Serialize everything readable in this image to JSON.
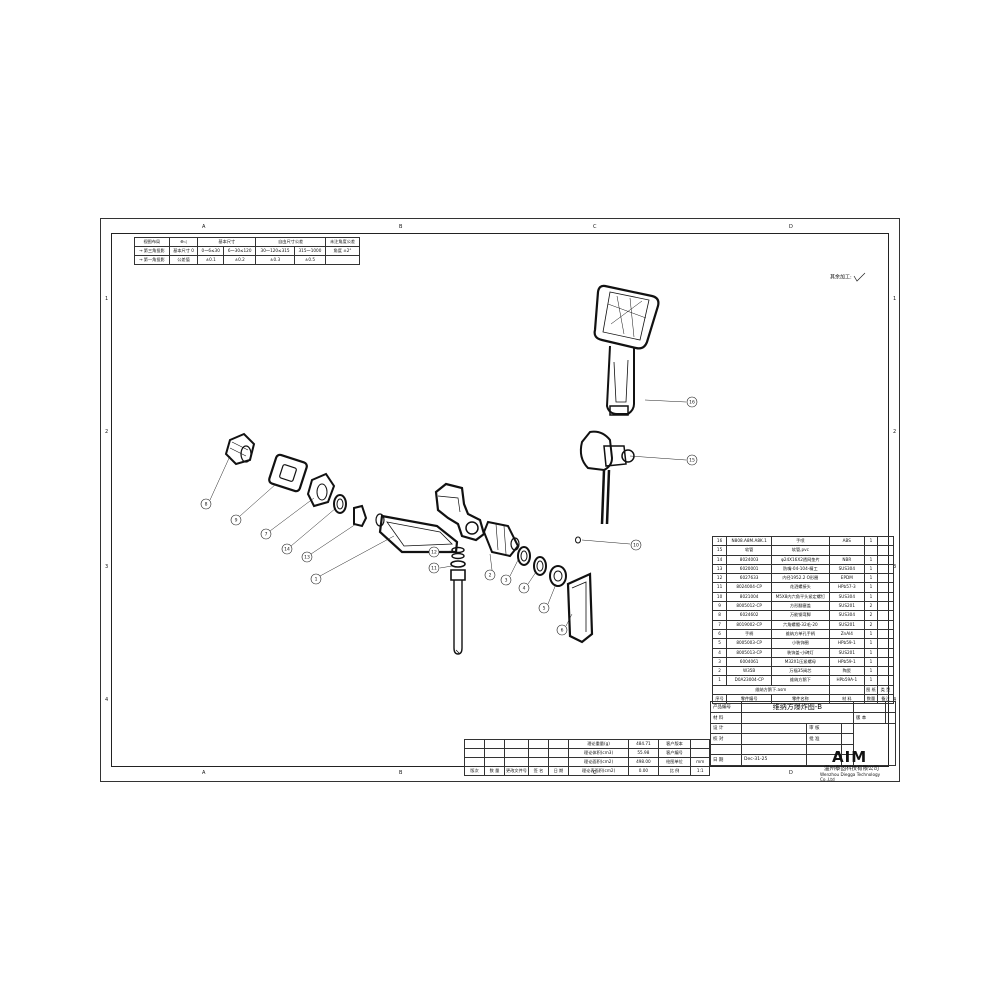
{
  "zones_top": [
    "A",
    "B",
    "C",
    "D"
  ],
  "zones_bottom": [
    "A",
    "B",
    "C",
    "D"
  ],
  "rows_left": [
    "1",
    "2",
    "3",
    "4"
  ],
  "rows_right": [
    "1",
    "2",
    "3",
    "4"
  ],
  "roughness_label": "其余加工:",
  "tolerance": {
    "row1": [
      "视图布局",
      "",
      "基本尺寸",
      "",
      "自由尺寸公差",
      "",
      "",
      "未注角度公差"
    ],
    "row2": [
      "→ 第三角投影",
      "基本尺寸 0",
      "0～6≤30",
      "6～30≤120",
      "30～120≤315",
      "315～1000",
      "角度 ±2°"
    ],
    "row3": [
      "→ 第一角投影",
      "公差值",
      "±0.1",
      "±0.2",
      "±0.3",
      "±0.5",
      ""
    ]
  },
  "callouts": [
    "16",
    "15",
    "8",
    "9",
    "7",
    "14",
    "13",
    "1",
    "12",
    "11",
    "2",
    "3",
    "4",
    "5",
    "6",
    "10"
  ],
  "bom_rows": [
    [
      "16",
      "N808.A8M.A8K.1",
      "手喷",
      "ABS",
      "1"
    ],
    [
      "15",
      "软管",
      "软管,pvc",
      "",
      ""
    ],
    [
      "14",
      "8024003",
      "φ24X16X2透网垫片",
      "NBR",
      "1"
    ],
    [
      "13",
      "6020001",
      "防嘴-04-104-精工",
      "SUS304",
      "1"
    ],
    [
      "12",
      "6027633",
      "内径1952.2 O形圈",
      "EPDM",
      "1"
    ],
    [
      "11",
      "8024004-CP",
      "花洒螺接头",
      "HPb57-3",
      "1"
    ],
    [
      "10",
      "8021004",
      "M5X8内六角平头紧定螺钉",
      "SUS304",
      "1"
    ],
    [
      "9",
      "8005012-CP",
      "方形翻塞盖",
      "SUS201",
      "2"
    ],
    [
      "8",
      "6024602",
      "万能钢弯脚",
      "SUS304",
      "2"
    ],
    [
      "7",
      "8019002-CP",
      "六角螺帽-32毛-20",
      "SUS201",
      "2"
    ],
    [
      "6",
      "手柄",
      "维纳方单孔手柄",
      "ZnAl4",
      "1"
    ],
    [
      "5",
      "8005003-CP",
      "小装饰圈",
      "HPb59-1",
      "1"
    ],
    [
      "4",
      "8005013-CP",
      "装饰盖-小碑灯",
      "SUS201",
      "1"
    ],
    [
      "3",
      "6004061",
      "M32X1压紧螺母",
      "HPb59-1",
      "1"
    ],
    [
      "2",
      "W35B",
      "万福35阀芯",
      "陶瓷",
      "1"
    ],
    [
      "1",
      "D0A23004-CP",
      "维纳方鹅下",
      "HPb59A-1",
      "1"
    ]
  ],
  "bom_header": [
    "序号",
    "零件编号",
    "零件名称",
    "材 料",
    "数量",
    "备注"
  ],
  "bom_sub": [
    "维纳方鹅下.asm",
    "",
    "图 纸",
    "类 型"
  ],
  "title_block": {
    "product_no_label": "产品编号",
    "drawing_title": "维纳方爆炸图-B",
    "material_label": "材 料",
    "version_label": "版 本",
    "design_label": "设 计",
    "review_label": "审 核",
    "check_label": "校 对",
    "approve_label": "批 准",
    "date_label": "日 期",
    "date_value": "Dec-31-25",
    "brand": "AIM",
    "company_cn": "温州泰固科技有限公司",
    "company_en": "Wenzhou Diegga Technology Co.,Ltd"
  },
  "mass_block": {
    "rows": [
      [
        "理论重量(g)",
        "484.71",
        "客户版本",
        ""
      ],
      [
        "理论体积(cm3)",
        "55.98",
        "客户编号",
        ""
      ],
      [
        "理论面积(cm2)",
        "498.00",
        "绘图单位",
        "mm"
      ],
      [
        "理论表面积(cm2)",
        "0.00",
        "比 例",
        "1:1"
      ]
    ],
    "rev_header": [
      "版次",
      "数 量",
      "更改文件号",
      "签 名",
      "日 期"
    ]
  }
}
